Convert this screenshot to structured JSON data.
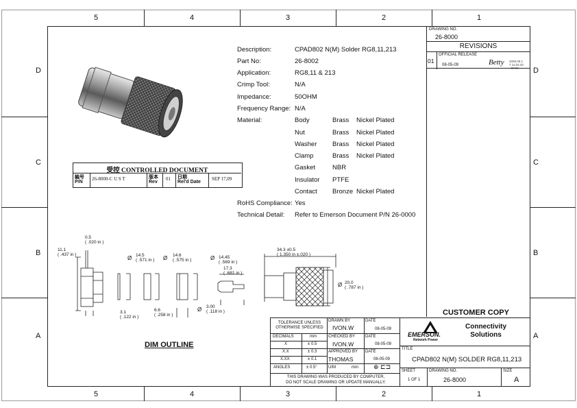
{
  "zones": {
    "top": [
      "5",
      "4",
      "3",
      "2",
      "1"
    ],
    "bottom": [
      "5",
      "4",
      "3",
      "2",
      "1"
    ],
    "left": [
      "D",
      "C",
      "B",
      "A"
    ],
    "right": [
      "D",
      "C",
      "B",
      "A"
    ]
  },
  "spec": {
    "description_label": "Description:",
    "description_value": "CPAD802 N(M) Solder RG8,11,213",
    "part_label": "Part No:",
    "part_value": "26-8002",
    "application_label": "Application:",
    "application_value": "RG8,11 & 213",
    "crimp_label": "Crimp Tool:",
    "crimp_value": "N/A",
    "impedance_label": "Impedance:",
    "impedance_value": "50OHM",
    "frequency_label": "Frequency Range:",
    "frequency_value": "N/A",
    "material_label": "Material:",
    "materials": [
      {
        "part": "Body",
        "metal": "Brass",
        "finish": "Nickel Plated"
      },
      {
        "part": "Nut",
        "metal": "Brass",
        "finish": "Nickel Plated"
      },
      {
        "part": "Washer",
        "metal": "Brass",
        "finish": "Nickel Plated"
      },
      {
        "part": "Clamp",
        "metal": "Brass",
        "finish": "Nickel Plated"
      },
      {
        "part": "Gasket",
        "metal": "NBR",
        "finish": ""
      },
      {
        "part": "Insulator",
        "metal": "PTFE",
        "finish": ""
      },
      {
        "part": "Contact",
        "metal": "Bronze",
        "finish": "Nickel Plated"
      }
    ],
    "rohs_label": "RoHS Compliance:",
    "rohs_value": "Yes",
    "technical_label": "Technical Detail:",
    "technical_value": "Refer to Emerson Document P/N 26-0000"
  },
  "controlled": {
    "title": "受控  CONTROLLED DOCUMENT",
    "pn_label_cn": "編号",
    "pn_label": "P/N",
    "pn_value": "26-8000-C U S T",
    "rev_label_cn": "版本",
    "rev_label": "Rev",
    "rev_value": "01",
    "date_label_cn": "日期",
    "date_label": "Rel'd Date",
    "date_value": "SEP 17,09"
  },
  "revisions": {
    "drawing_no_label": "DRAWING NO.",
    "drawing_no": "26-8000",
    "title": "REVISIONS",
    "official_release": "OFFICIAL RELEASE",
    "rev": "01",
    "date": "08-05-09",
    "signature_note": "2009.09.1\n7.11:02:20\n+08:00"
  },
  "dimensions": {
    "d1": "0.5\n( .020 in )",
    "d2": "11.1\n( .437 in )",
    "d3": "14.5\n( .571 in )",
    "d4": "14.6\n( .575 in )",
    "d5": "14.45\n( .569 in )",
    "d6": "17.3\n( .681 in )",
    "d7": "3.1\n( .122 in )",
    "d8": "6.6\n( .258 in )",
    "d9": "3.00\n( .118 in )",
    "d10": "34.3 ±0.5\n( 1.350 in ±.020 )",
    "d11": "20.0\n( .787 in )",
    "dia": "Ø"
  },
  "dim_outline": "DIM OUTLINE",
  "customer_copy": "CUSTOMER COPY",
  "title_block": {
    "tolerance_title": "TOLERANCE UNLESS\nOTHERWISE SPECIFIED",
    "decimals": "DECIMALS",
    "mm": "mm",
    "rows": [
      {
        "k": "X",
        "v": "± 0.5"
      },
      {
        "k": "X.X",
        "v": "± 0.3"
      },
      {
        "k": "X.XX",
        "v": "± 0.1"
      },
      {
        "k": "ANGLES",
        "v": "± 0.5°"
      }
    ],
    "drawn_by_label": "DRAWN BY",
    "drawn_by": "IVON.W",
    "checked_by_label": "CHECKED BY",
    "checked_by": "IVON.W",
    "approved_by_label": "APPROVED BY",
    "approved_by": "THOMAS",
    "um_label": "U/M",
    "um_value": "mm",
    "date_label": "DATE",
    "date1": "08-05-09",
    "date2": "08-05-09",
    "date3": "08-05-09",
    "note": "THIS DRAWING WAS PRODUCED BY COMPUTER,\nDO NOT SCALE DRAWING OR UPDATE MANUALLY.",
    "company_logo": "EMERSON.",
    "company_sub": "Network Power",
    "company_name": "Connectivity\nSolutions",
    "title_label": "TITLE",
    "title_value": "CPAD802 N(M) SOLDER RG8,11,213",
    "sheet_label": "SHEET",
    "sheet_value": "1 OF 1",
    "drawing_no_label": "DRAWING NO.",
    "drawing_no": "26-8000",
    "size_label": "SIZE",
    "size_value": "A"
  }
}
